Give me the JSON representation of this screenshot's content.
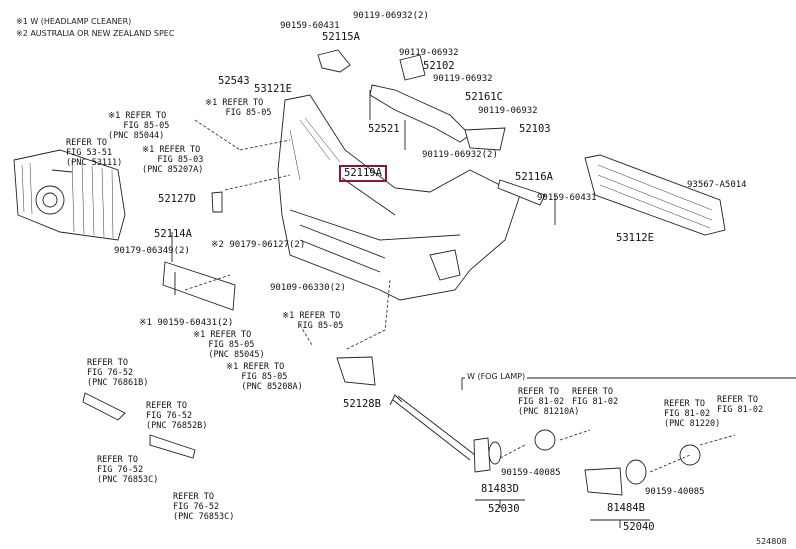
{
  "notes": [
    "※1 W (HEADLAMP CLEANER)",
    "※2 AUSTRALIA OR NEW ZEALAND SPEC"
  ],
  "highlighted_part": "52119A",
  "parts": {
    "p90159_60431_top": "90159-60431",
    "p52115A": "52115A",
    "p90119_06932_2_top": "90119-06932(2)",
    "p90119_06932_a": "90119-06932",
    "p52102": "52102",
    "p90119_06932_b": "90119-06932",
    "p52161C": "52161C",
    "p90119_06932_c": "90119-06932",
    "p52521": "52521",
    "p52103": "52103",
    "p90119_06932_2_bot": "90119-06932(2)",
    "p52543": "52543",
    "p53121E": "53121E",
    "p52127D": "52127D",
    "p52116A": "52116A",
    "p90159_60431_right": "90159-60431",
    "p93567_A5014": "93567-A5014",
    "p53112E": "53112E",
    "p52114A": "52114A",
    "p90179_06349_2": "90179-06349(2)",
    "p90179_06127_2": "※2 90179-06127(2)",
    "p90109_06330_2": "90109-06330(2)",
    "p90159_60431_2": "※1 90159-60431(2)",
    "p52128B": "52128B",
    "p90159_40085_a": "90159-40085",
    "p81483D": "81483D",
    "p52030": "52030",
    "p90159_40085_b": "90159-40085",
    "p81484B": "81484B",
    "p52040": "52040"
  },
  "refs": {
    "grille": "REFER TO\nFIG 53-51\n(PNC 53111)",
    "r85_05_pnc85044": "※1 REFER TO\n   FIG 85-05\n(PNC 85044)",
    "r85_05_top": "※1 REFER TO\n    FIG 85-05",
    "r85_03": "※1 REFER TO\n   FIG 85-03\n(PNC 85207A)",
    "r85_05_mid": "※1 REFER TO\n   FIG 85-05",
    "r85_05_pnc85045": "※1 REFER TO\n   FIG 85-05\n   (PNC 85045)",
    "r85_05_pnc85208A": "※1 REFER TO\n   FIG 85-05\n   (PNC 85208A)",
    "r76_52_76861B": "REFER TO\nFIG 76-52\n(PNC 76861B)",
    "r76_52_76853C_a": "REFER TO\nFIG 76-52\n(PNC 76853C)",
    "r76_52_76852B": "REFER TO\nFIG 76-52\n(PNC 76852B)",
    "r76_52_76853C_b": "REFER TO\nFIG 76-52\n(PNC 76853C)",
    "r81_02_81210A": "REFER TO\nFIG 81-02\n(PNC 81210A)",
    "r81_02_a": "REFER TO\nFIG 81-02",
    "r81_02_81220": "REFER TO\nFIG 81-02\n(PNC 81220)",
    "r81_02_b": "REFER TO\nFIG 81-02"
  },
  "fog_lamp_box_title": "W (FOG LAMP)",
  "diagram_id": "524808",
  "colors": {
    "highlight": "#8b1538",
    "ink": "#222222",
    "background": "#ffffff"
  }
}
